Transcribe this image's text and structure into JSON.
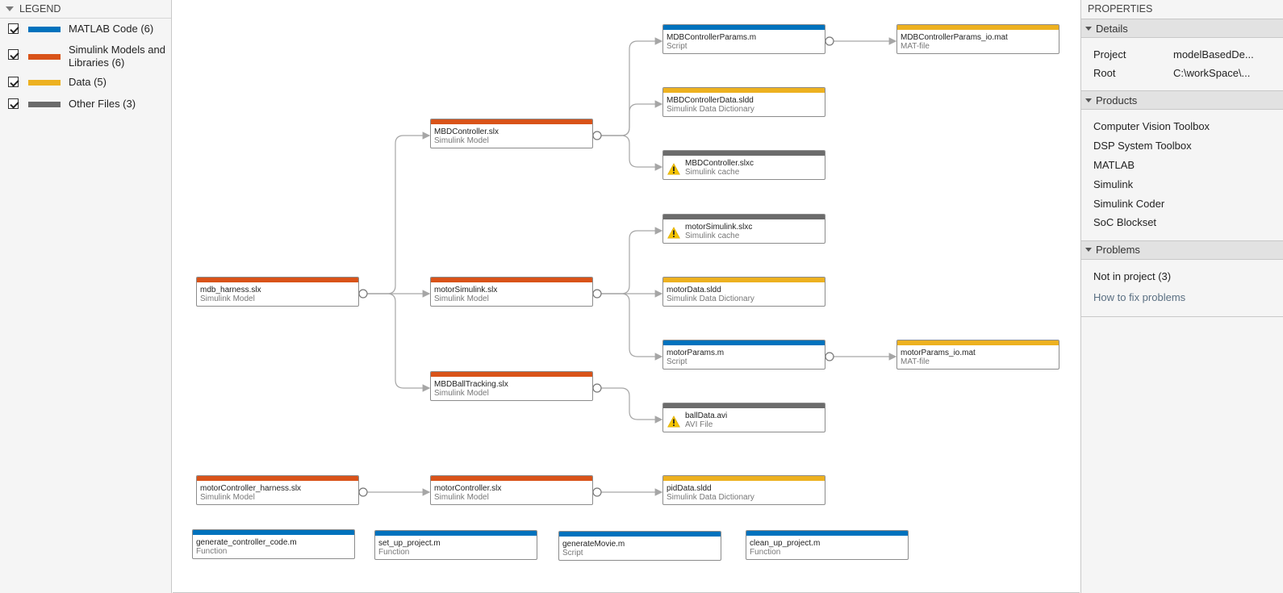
{
  "legend": {
    "title": "LEGEND",
    "items": [
      {
        "label": "MATLAB Code (6)",
        "color": "#0072bd",
        "checked": true
      },
      {
        "label": "Simulink Models and Libraries (6)",
        "color": "#d95319",
        "checked": true
      },
      {
        "label": "Data (5)",
        "color": "#edb120",
        "checked": true
      },
      {
        "label": "Other Files (3)",
        "color": "#6b6b6b",
        "checked": true
      }
    ]
  },
  "graph": {
    "nodes": [
      {
        "id": "mdb_harness",
        "name": "mdb_harness.slx",
        "type": "Simulink Model",
        "category": "simulink",
        "warning": false
      },
      {
        "id": "MBDController",
        "name": "MBDController.slx",
        "type": "Simulink Model",
        "category": "simulink",
        "warning": false
      },
      {
        "id": "motorSimulink",
        "name": "motorSimulink.slx",
        "type": "Simulink Model",
        "category": "simulink",
        "warning": false
      },
      {
        "id": "MBDBallTracking",
        "name": "MBDBallTracking.slx",
        "type": "Simulink Model",
        "category": "simulink",
        "warning": false
      },
      {
        "id": "MDBControllerParams",
        "name": "MDBControllerParams.m",
        "type": "Script",
        "category": "matlab",
        "warning": false
      },
      {
        "id": "MDBControllerParams_io",
        "name": "MDBControllerParams_io.mat",
        "type": "MAT-file",
        "category": "data",
        "warning": false
      },
      {
        "id": "MBDControllerData",
        "name": "MBDControllerData.sldd",
        "type": "Simulink Data Dictionary",
        "category": "data",
        "warning": false
      },
      {
        "id": "MBDControllerCache",
        "name": "MBDController.slxc",
        "type": "Simulink cache",
        "category": "other",
        "warning": true
      },
      {
        "id": "motorSimulinkCache",
        "name": "motorSimulink.slxc",
        "type": "Simulink cache",
        "category": "other",
        "warning": true
      },
      {
        "id": "motorData",
        "name": "motorData.sldd",
        "type": "Simulink Data Dictionary",
        "category": "data",
        "warning": false
      },
      {
        "id": "motorParams",
        "name": "motorParams.m",
        "type": "Script",
        "category": "matlab",
        "warning": false
      },
      {
        "id": "motorParams_io",
        "name": "motorParams_io.mat",
        "type": "MAT-file",
        "category": "data",
        "warning": false
      },
      {
        "id": "ballData",
        "name": "ballData.avi",
        "type": "AVI File",
        "category": "other",
        "warning": true
      },
      {
        "id": "motorController_harness",
        "name": "motorController_harness.slx",
        "type": "Simulink Model",
        "category": "simulink",
        "warning": false
      },
      {
        "id": "motorController",
        "name": "motorController.slx",
        "type": "Simulink Model",
        "category": "simulink",
        "warning": false
      },
      {
        "id": "pidData",
        "name": "pidData.sldd",
        "type": "Simulink Data Dictionary",
        "category": "data",
        "warning": false
      },
      {
        "id": "generate_controller_code",
        "name": "generate_controller_code.m",
        "type": "Function",
        "category": "matlab",
        "warning": false
      },
      {
        "id": "set_up_project",
        "name": "set_up_project.m",
        "type": "Function",
        "category": "matlab",
        "warning": false
      },
      {
        "id": "generateMovie",
        "name": "generateMovie.m",
        "type": "Script",
        "category": "matlab",
        "warning": false
      },
      {
        "id": "clean_up_project",
        "name": "clean_up_project.m",
        "type": "Function",
        "category": "matlab",
        "warning": false
      }
    ],
    "edges": [
      [
        "mdb_harness",
        "MBDController"
      ],
      [
        "mdb_harness",
        "motorSimulink"
      ],
      [
        "mdb_harness",
        "MBDBallTracking"
      ],
      [
        "MBDController",
        "MDBControllerParams"
      ],
      [
        "MBDController",
        "MBDControllerData"
      ],
      [
        "MBDController",
        "MBDControllerCache"
      ],
      [
        "MDBControllerParams",
        "MDBControllerParams_io"
      ],
      [
        "motorSimulink",
        "motorSimulinkCache"
      ],
      [
        "motorSimulink",
        "motorData"
      ],
      [
        "motorSimulink",
        "motorParams"
      ],
      [
        "motorParams",
        "motorParams_io"
      ],
      [
        "MBDBallTracking",
        "ballData"
      ],
      [
        "motorController_harness",
        "motorController"
      ],
      [
        "motorController",
        "pidData"
      ]
    ]
  },
  "colors": {
    "matlab": "#0072bd",
    "simulink": "#d95319",
    "data": "#edb120",
    "other": "#6b6b6b",
    "edge": "#a6a6a6",
    "warning": "#f5c400"
  },
  "properties": {
    "title": "PROPERTIES",
    "details": {
      "heading": "Details",
      "project_label": "Project",
      "project_value": "modelBasedDe...",
      "root_label": "Root",
      "root_value": "C:\\workSpace\\..."
    },
    "products": {
      "heading": "Products",
      "items": [
        "Computer Vision Toolbox",
        "DSP System Toolbox",
        "MATLAB",
        "Simulink",
        "Simulink Coder",
        "SoC Blockset"
      ]
    },
    "problems": {
      "heading": "Problems",
      "summary": "Not in project (3)",
      "link": "How to fix problems"
    }
  }
}
